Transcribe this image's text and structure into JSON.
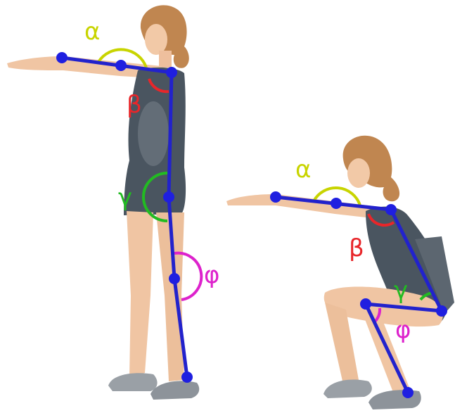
{
  "figures": [
    {
      "pose": "standing",
      "angles": [
        {
          "symbol": "α",
          "color": "#c8d400"
        },
        {
          "symbol": "β",
          "color": "#e8262a"
        },
        {
          "symbol": "γ",
          "color": "#22bb22"
        },
        {
          "symbol": "φ",
          "color": "#dd22cc"
        }
      ]
    },
    {
      "pose": "squatting",
      "angles": [
        {
          "symbol": "α",
          "color": "#c8d400"
        },
        {
          "symbol": "β",
          "color": "#e8262a"
        },
        {
          "symbol": "γ",
          "color": "#22bb22"
        },
        {
          "symbol": "φ",
          "color": "#dd22cc"
        }
      ]
    }
  ],
  "skeleton_color": "#2222cc",
  "joint_color": "#1f1fe0"
}
